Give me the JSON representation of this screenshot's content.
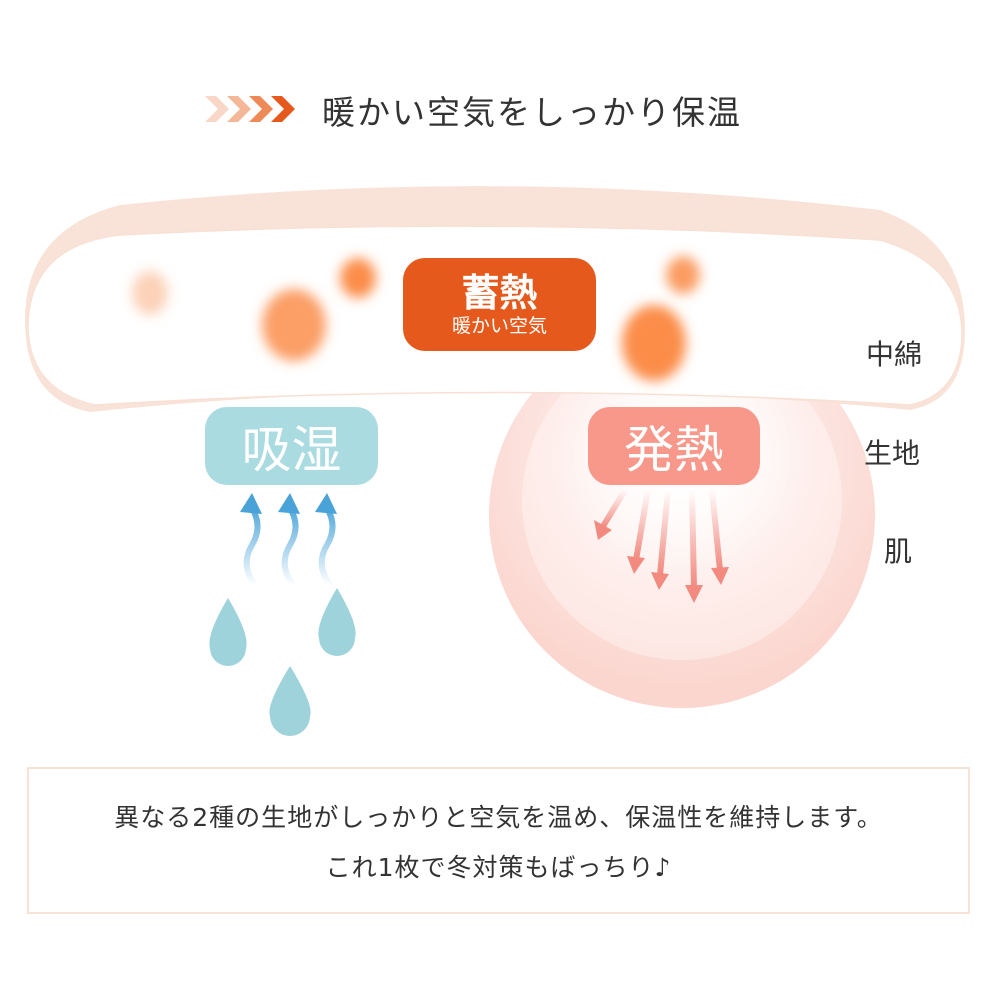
{
  "header": {
    "title": "暖かい空気をしっかり保温",
    "icon": "chevrons-right-icon"
  },
  "colors": {
    "heat_store": "#e55a1c",
    "absorb": "#a9dbe1",
    "generate": "#f7988b",
    "moisture_arrow": "#4aa3d8",
    "heat_arrow": "#f28a80",
    "drop": "#9fd3dc",
    "cushion_border": "#f9e3d8"
  },
  "badges": {
    "heat_store": {
      "label": "蓄熱",
      "sub": "暖かい空気"
    },
    "absorb": {
      "label": "吸湿"
    },
    "generate": {
      "label": "発熱"
    }
  },
  "layers": {
    "batting": "中綿",
    "fabric": "生地",
    "skin": "肌"
  },
  "caption": {
    "line1": "異なる2種の生地がしっかりと空気を温め、保温性を維持します。",
    "line2": "これ1枚で冬対策もばっちり♪"
  }
}
